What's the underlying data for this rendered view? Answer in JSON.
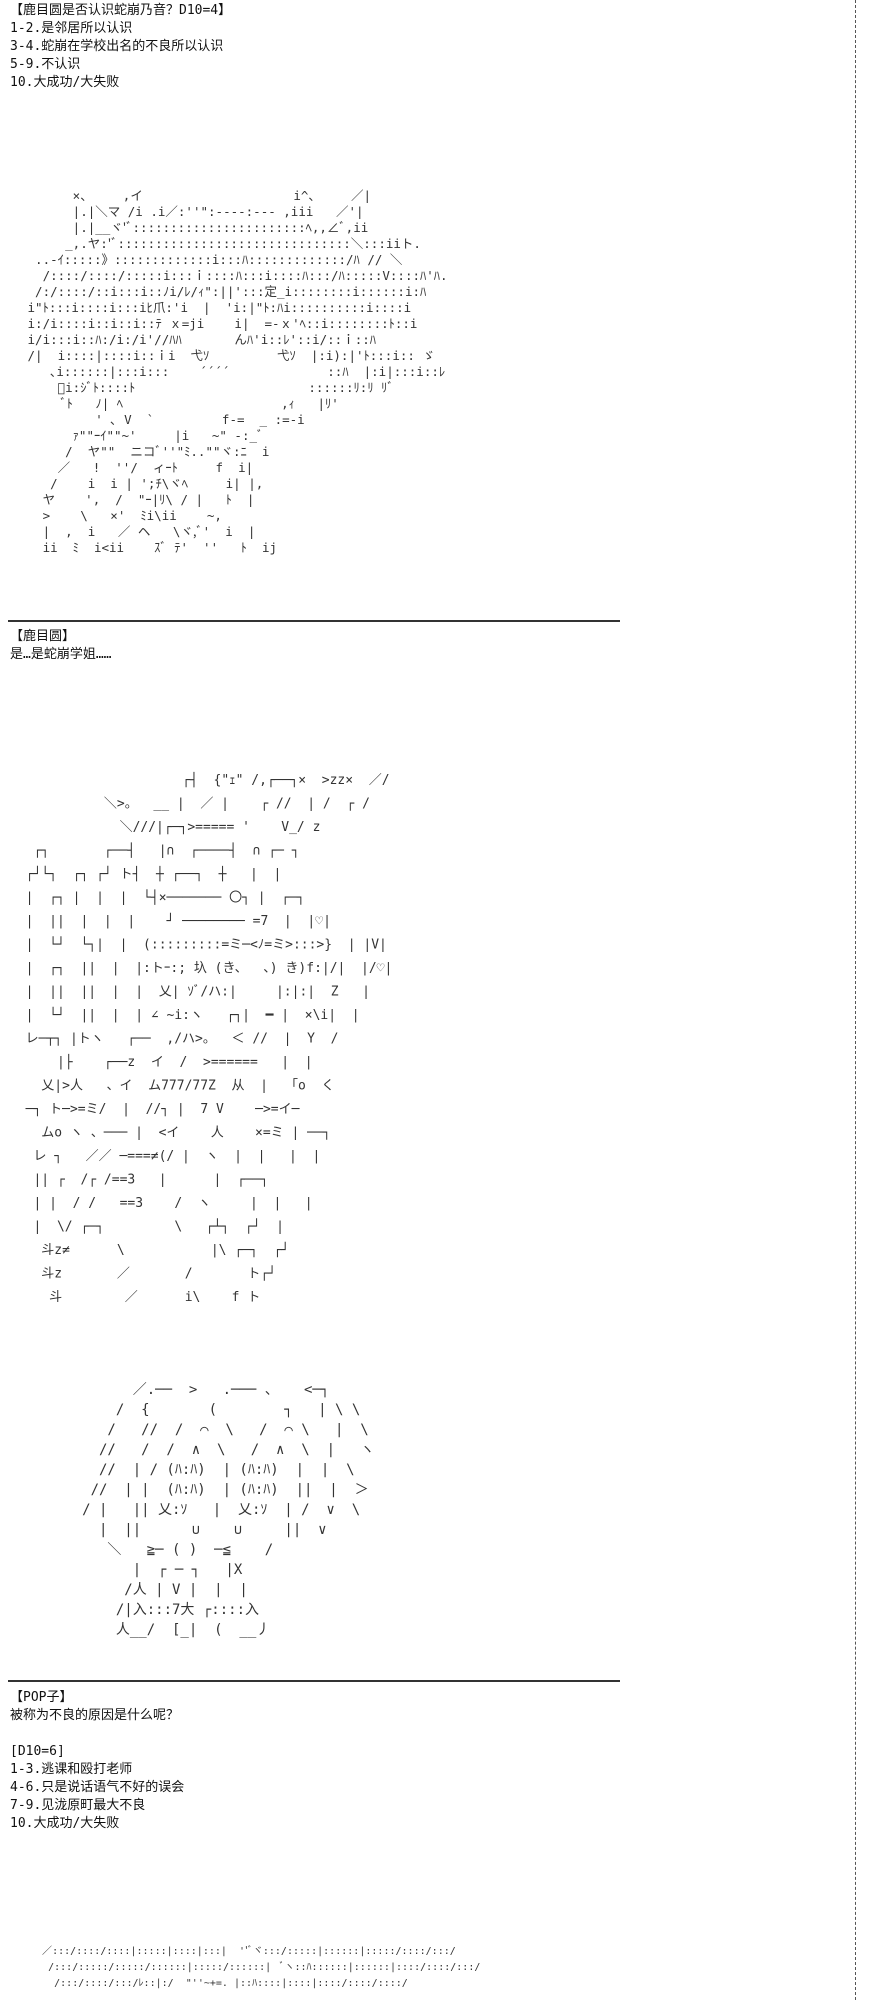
{
  "blocks": {
    "block1": "【鹿目圆是否认识蛇崩乃音？D10=4】\n1-2.是邻居所以认识\n3-4.蛇崩在学校出名的不良所以认识\n5-9.不认识\n10.大成功/大失败",
    "block2": "【鹿目圆】\n是…是蛇崩学姐……",
    "block3": "【POP子】\n被称为不良的原因是什么呢？\n\n[D10=6]\n1-3.逃课和殴打老师\n4-6.只是说话语气不好的误会\n7-9.见泷原町最大不良\n10.大成功/大失败"
  },
  "art": {
    "madoka": [
      "       ×、    ,イ                    i^、    ／|",
      "       |.|＼マ /i .i／:''\":-‐--:--‐ ,iii   ／'|",
      "       |.|__ヾ'ﾞ:::::::::::::::::::::::ﾍ,,∠ﾞ,ii",
      "      _,.ヤ:'ﾞ:::::::::::::::::::::::::::::::＼:::iiト.",
      "  ..-ｲ:::::》:::::::::::::i:::ﾊ:::::::::::::/ﾊ // ＼",
      "   /::::/::::/:::::i:::ｉ::::ﾊ:::i::::ﾊ:::/ﾊ:::::V::::ﾊ'ﾊ.",
      "  /:/::::/::i:::i::ﾉi/ﾚ/ｨ\":||':::定_i::::::::i::::::i:ﾊ",
      " i\"ﾄ:::i::::i:::iﾋ爪:'i  |  'i:|\"ﾄ:ﾊi::::::::::i::::i",
      " i:/i::::i::i::i::ﾃ ｘ=ji    i|  =-ｘ'ﾍ::i::::::::ﾄ::i",
      " i/i:::i::ﾊ:/i:/i'//ﾊﾊ       んﾊ'i::ﾚ'::i/::ｉ::ﾊ",
      " /|  i::::|::::i::ｉi  弋ｿ         弋ｿ  |:i):|'ﾄ:::i:: ゞ",
      "    ､i::::::|:::i:::    ´´´´             ::ﾊ  |:i|:::i::ﾚ",
      "     ﾞi:ｼﾞﾄ::::ﾄ                       ::::::ﾘ:ﾘ ﾘﾞ",
      "      ﾞﾄ   ﾉ| ﾍ                     ,ｨ   |ﾘ'",
      "          ' ､ V  `         f-=  _ :=‐i",
      "       ｧ\"\"ｰｲ\"\"~'     |i   ~\" ‐:_ﾞ",
      "      /  ヤ\"\"  ニコﾞ''\"ﾐ..\"\"ヾ:ﾆ  i",
      "     ／   !  ''/  ィｰﾄ     f  i|",
      "    /    i  i | ';ﾁ\\ヾﾍ     i| |,",
      "   ヤ    ',  /  \"ｰ|ﾘ\\ / |   ﾄ  |",
      "   >    \\   ×'  ﾐi\\ii    ~,",
      "   |  ,  i   ／ ヘ   \\ヾ,ﾞ'  i  |",
      "   ii  ﾐ  i<ii    ｽﾞ ﾃ'  ''   ﾄ  ij"
    ],
    "jyabara": [
      "                      ┌┤  {\"ｪ\" /,┌──┐×  >zz×  ／/",
      "            ＼>。  __ |  ／ |    ┌ //  | /  ┌ /",
      "              ＼///|┌─┐>===== '    V_/ z  ",
      "   ┌┐       ┌──┤   |∩  ┌────┤  ∩ ┌─ ┐",
      "  ┌┘└┐  ┌┐ ┌┘ ト┤  ┼ ┌──┐  ┼   |  |",
      "  |  ┌┐ |  |  |  └┤×─────── 〇┐ |  ┌─┐",
      "  |  ||  |  |  |    ┘ ──────── =7  |  |♡|",
      "  |  └┘  └┐|  |  (:::::::::=ミ─<ﾉ=ミ>:::>}  | |V|",
      "  |  ┌┐  ||  |  |:トｰ:; 圦 (き、  、) き)f:|/|  |/♡|",
      "  |  ||  ||  |  |  乂| ｿﾞ/ハ:|     |:|:|  Z   |  ",
      "  |  └┘  ||  |  | ∠ ~i:ヽ   ┌┐|  ━ |  ×\\i|  |",
      "  レ─┬┐ |トヽ   ┌──  ,/ハ>。  ＜ //  |  Y  /",
      "      |├    ┌──z  イ  /  >======   |  |",
      "    乂|>人   、イ  ム777/77Z  从  |   ｢o  く",
      "  ─┐ ト─>=ミ/  |  //┐ |  7 V    ─>=イ─",
      "    ムo ヽ 、─── |  <イ    人    ×=ミ | ──┐",
      "   レ ┐   ／／ ─===≠(/ |  ヽ  |  |   |  |",
      "   || ┌  /┌ /==3   |      |  ┌──┐",
      "   | |  / /   ==3    /  ヽ     |  |   |",
      "   |  \\/ ┌─┐         \\   ┌┴┐  ┌┘  |",
      "    斗z≠      \\           |\\ ┌─┐  ┌┘",
      "    斗z       ／       /       ト┌┘",
      "     斗        ／      i\\    f ト"
    ],
    "popuko": [
      "           ／.──  >   .─── 、   <─┐",
      "         /  {       (        ┐   | \\ \\",
      "        /   //  /  ⌒  \\   /  ⌒ \\   |  \\",
      "       //   /  /  ∧  \\   /  ∧  \\  |   ヽ",
      "       //  | / (ﾊ:ﾊ)  | (ﾊ:ﾊ)  |  |  \\",
      "      //  | |  (ﾊ:ﾊ)  | (ﾊ:ﾊ)  ||  |  ＞",
      "     / |   || 乂:ｿ   |  乂:ｿ  | /  ∨  \\",
      "       |  ||      ∪    ∪     ||  ∨",
      "        ＼   ≧─ ( )  ─≦    /",
      "           |  ┌ ─ ┐   |X",
      "          /人 | V |  |  |",
      "         /|入:::7大 ┌::::入",
      "         人__/  [_|  (  __丿"
    ],
    "bottom": [
      "  ／:::/::::/::::|:::::|::::|:::|  ''ﾞヾ:::/:::::|::::::|:::::/::::/:::/",
      "   /:::/:::::/:::::/::::::|:::::/::::::|  ﾞヽ::ﾊ::::::|::::::|::::/::::/:::/",
      "    /:::/::::/:::/ﾚ::|:/  \"''~+=. |::ﾊ::::|::::|::::/::::/::::/"
    ]
  }
}
